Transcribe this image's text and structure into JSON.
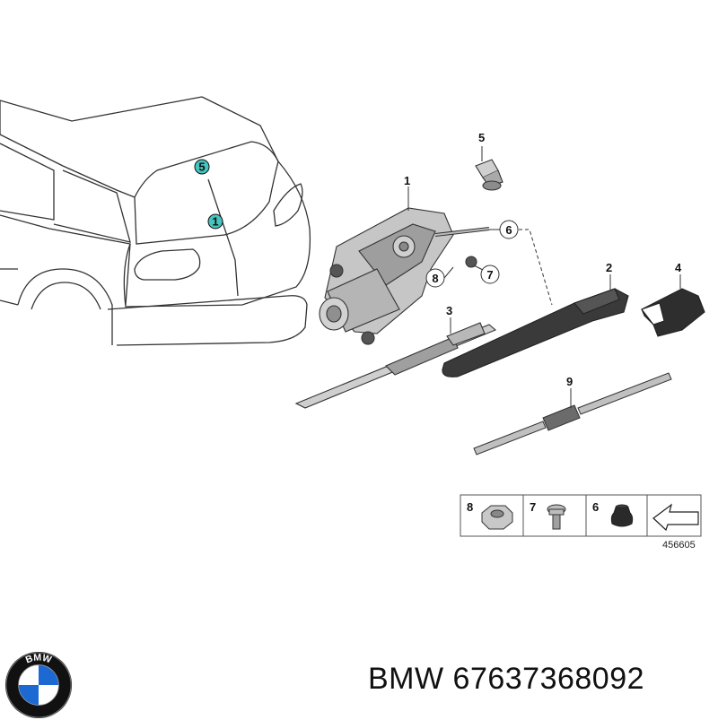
{
  "callouts": {
    "c1": "1",
    "c2": "2",
    "c3": "3",
    "c4": "4",
    "c5": "5",
    "c6": "6",
    "c7": "7",
    "c8": "8",
    "c9": "9",
    "car_c5": "5",
    "car_c1": "1"
  },
  "legend": {
    "items": [
      "8",
      "7",
      "6"
    ],
    "reference_number": "456605"
  },
  "logo": {
    "lettering": "BMW",
    "colors": {
      "blue": "#1c69d4",
      "white": "#ffffff",
      "black": "#111111"
    }
  },
  "footer": {
    "brand": "BMW",
    "part_number": "67637368092",
    "full_text": "BMW 67637368092"
  },
  "colors": {
    "line": "#333333",
    "part_fill": "#bfbfbf",
    "arm_fill": "#3a3a3a",
    "teal_marker": "#45c4c0"
  }
}
